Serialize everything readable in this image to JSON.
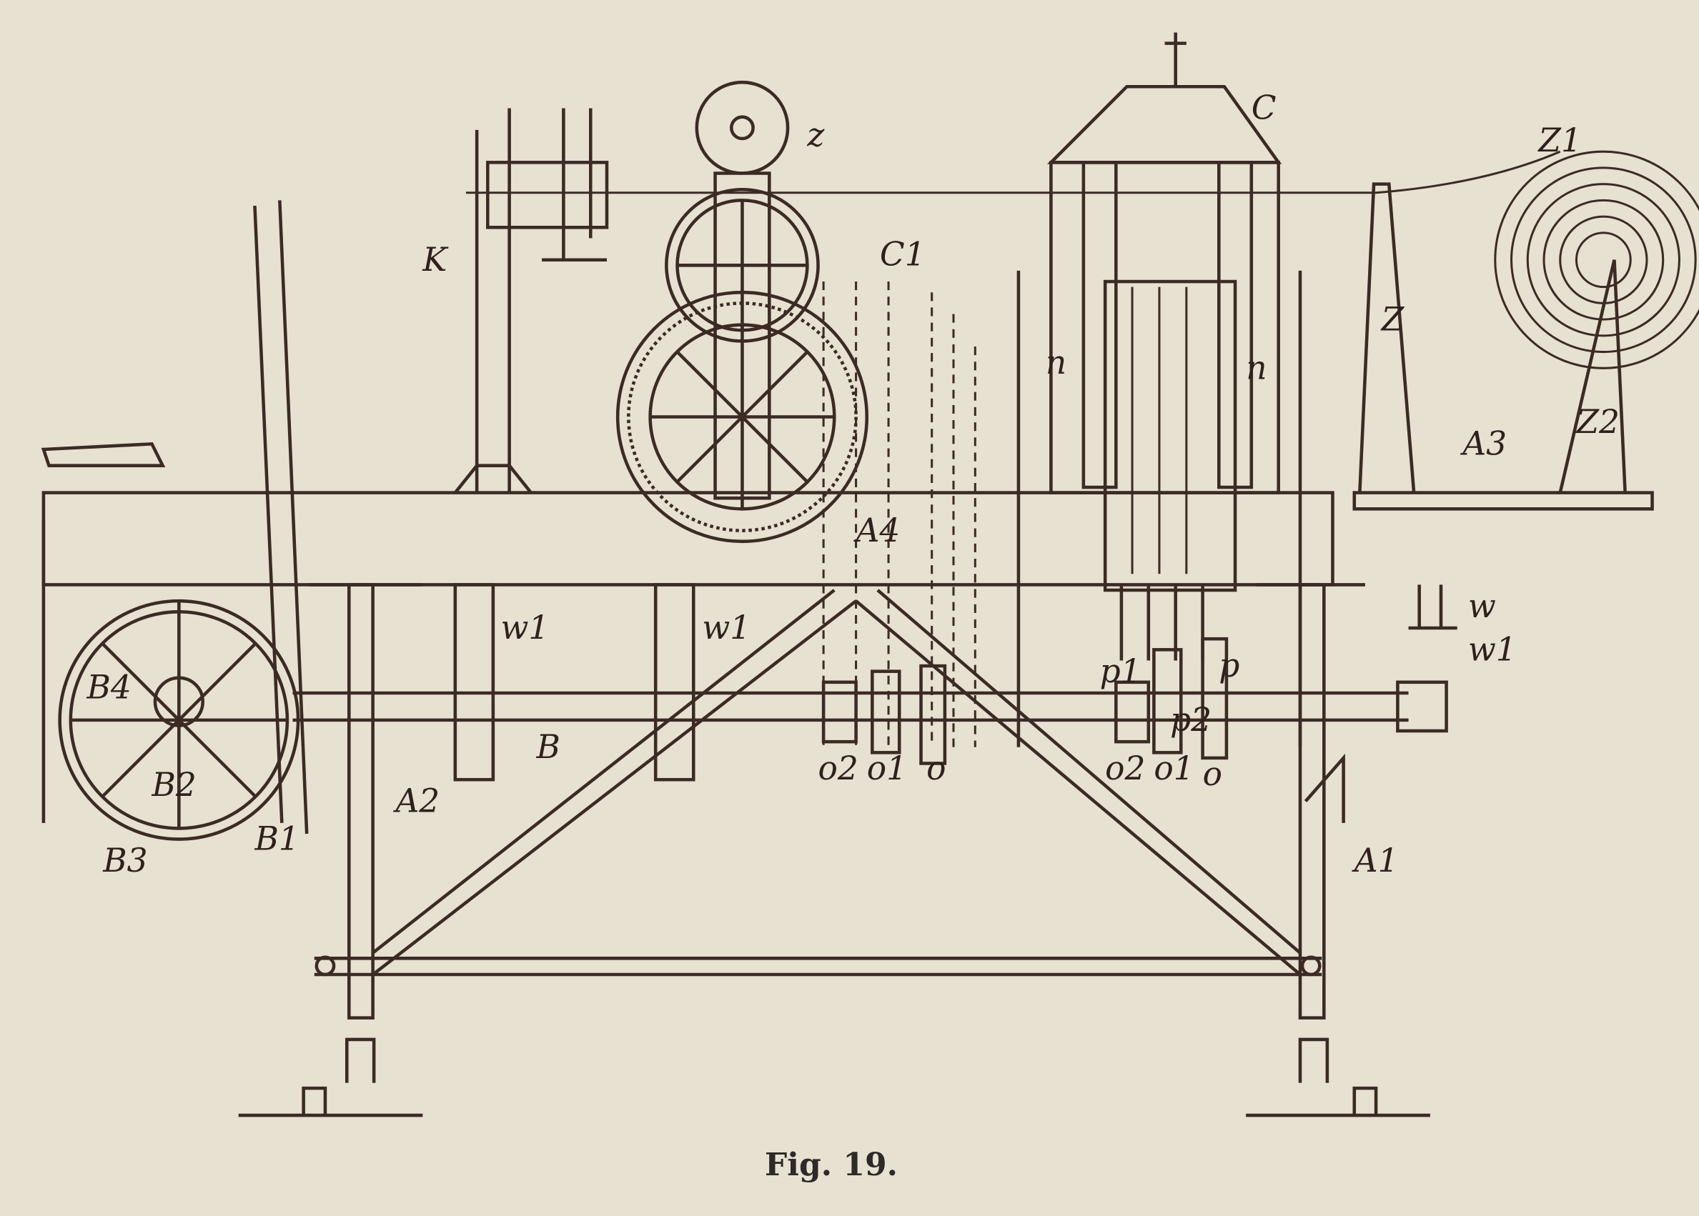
{
  "figure": {
    "caption": "Fig. 19.",
    "labels": [
      "K",
      "z",
      "C",
      "C1",
      "Z1",
      "Z",
      "Z2",
      "A3",
      "A4",
      "w",
      "w1",
      "w1",
      "w1",
      "B4",
      "B",
      "A2",
      "B2",
      "B3",
      "B1",
      "A1",
      "p",
      "p1",
      "p2",
      "o2",
      "o1",
      "o",
      "o2",
      "o1",
      "o",
      "n",
      "n"
    ]
  },
  "colors": {
    "paper": "#e6e1d1",
    "ink": "#3b2b24"
  }
}
